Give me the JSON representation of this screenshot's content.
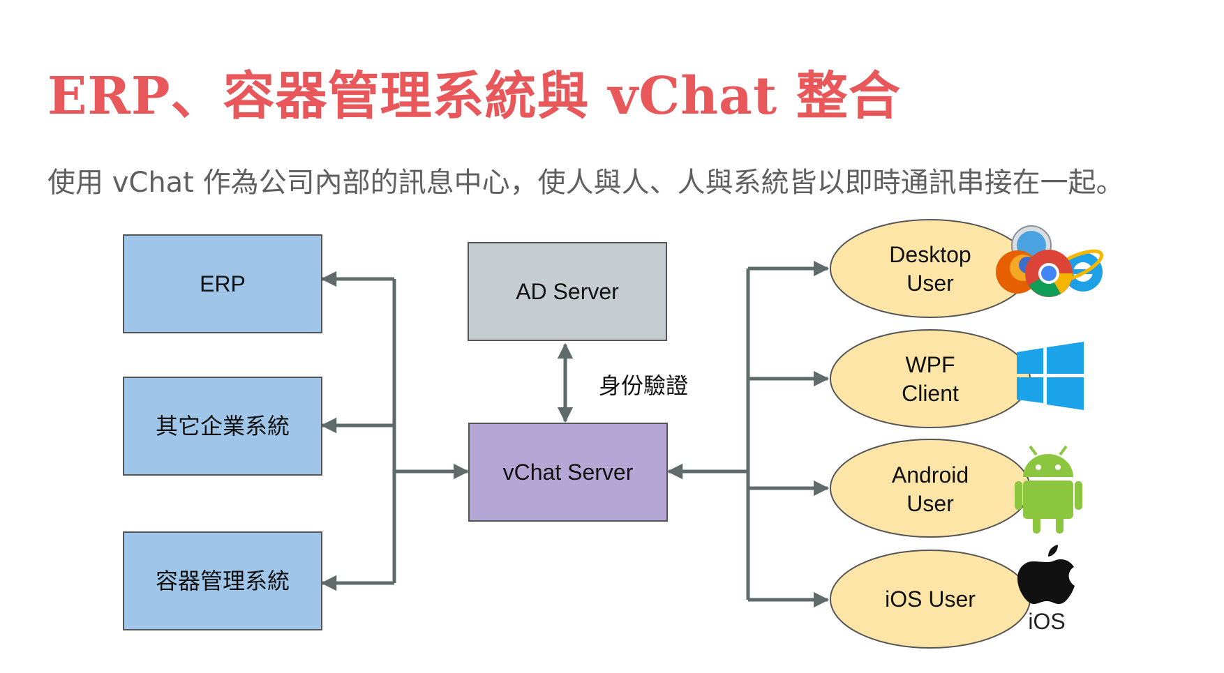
{
  "title": "ERP、容器管理系統與 vChat 整合",
  "subtitle": "使用 vChat 作為公司內部的訊息中心，使人與人、人與系統皆以即時通訊串接在一起。",
  "diagram": {
    "left_systems": [
      "ERP",
      "其它企業系統",
      "容器管理系統"
    ],
    "ad_server": "AD Server",
    "vchat_server": "vChat Server",
    "auth_label": "身份驗證",
    "clients": [
      {
        "line1": "Desktop",
        "line2": "User",
        "icon": "browser-icons"
      },
      {
        "line1": "WPF",
        "line2": "Client",
        "icon": "windows-logo-icon"
      },
      {
        "line1": "Android",
        "line2": "User",
        "icon": "android-robot-icon"
      },
      {
        "line1": "iOS User",
        "line2": "",
        "icon": "apple-ios-icon"
      }
    ],
    "ios_logo_text": "iOS"
  },
  "colors": {
    "title": "#e8575a",
    "subtitle": "#5f5f5f",
    "system_box": "#9fc5e8",
    "ad_box": "#c6cdd1",
    "vchat_box": "#b4a7d6",
    "client_ellipse": "#fce5a6",
    "connector": "#5f6b6b"
  }
}
